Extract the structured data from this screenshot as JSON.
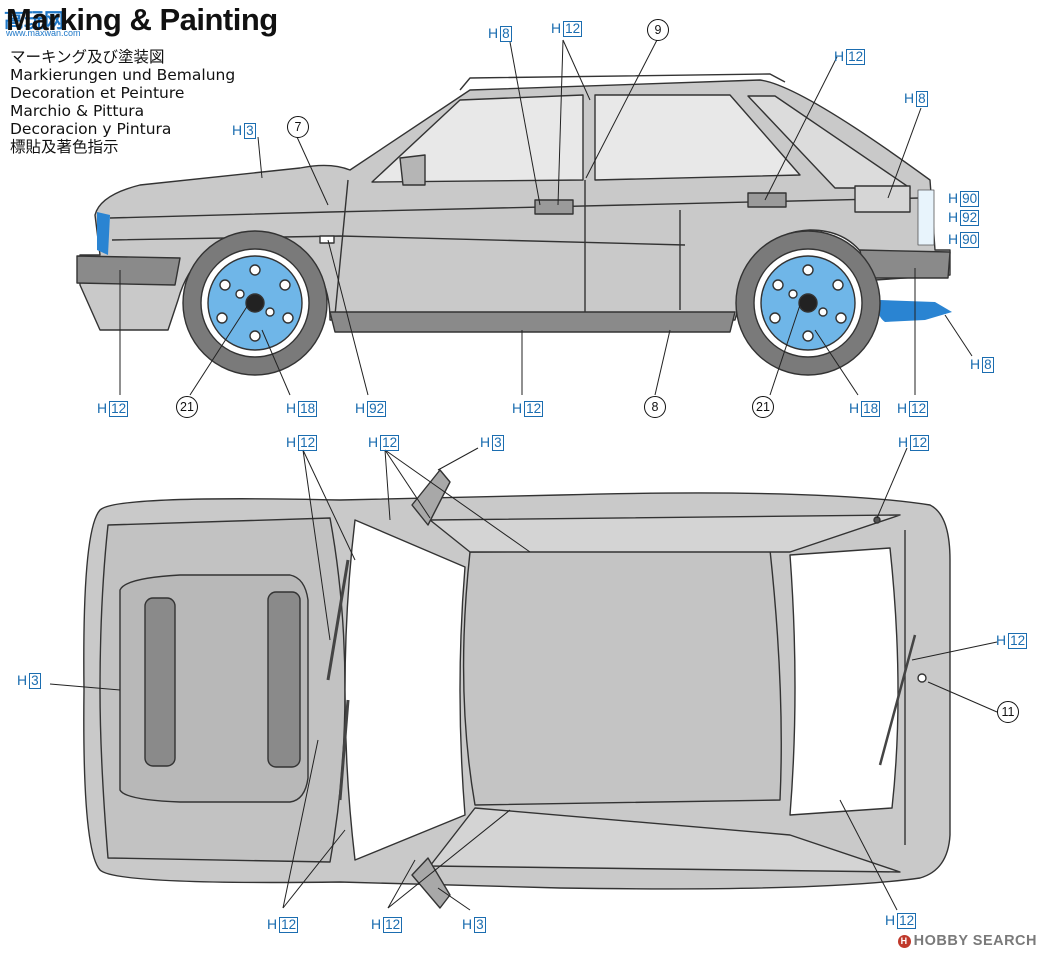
{
  "title": "Marking & Painting",
  "watermark_top": {
    "logo_text": "高玩网",
    "url": "www.maxwan.com"
  },
  "languages": [
    "マーキング及び塗装図",
    "Markierungen und Bemalung",
    "Decoration et Peinture",
    "Marchio & Pittura",
    "Decoracion y Pintura",
    "標貼及著色指示"
  ],
  "callout_prefix": "H",
  "side_view_callouts": [
    {
      "id": "hood",
      "code": "3"
    },
    {
      "id": "door-handle",
      "code": "8"
    },
    {
      "id": "b-pillar",
      "code": "12"
    },
    {
      "id": "rear-quarter",
      "code": "12"
    },
    {
      "id": "fuel-cap",
      "code": "8"
    },
    {
      "id": "lamp-1",
      "code": "90"
    },
    {
      "id": "lamp-2",
      "code": "92"
    },
    {
      "id": "lamp-3",
      "code": "90"
    },
    {
      "id": "front-bumper",
      "code": "12"
    },
    {
      "id": "front-rim",
      "code": "18"
    },
    {
      "id": "side-marker",
      "code": "92"
    },
    {
      "id": "sill",
      "code": "12"
    },
    {
      "id": "rear-rim",
      "code": "18"
    },
    {
      "id": "rear-bumper",
      "code": "12"
    },
    {
      "id": "mudflap",
      "code": "8"
    }
  ],
  "side_view_parts": [
    {
      "id": "mirror",
      "number": "7"
    },
    {
      "id": "door-lock",
      "number": "9"
    },
    {
      "id": "front-wheel-center",
      "number": "21"
    },
    {
      "id": "sill-badge",
      "number": "8"
    },
    {
      "id": "rear-wheel-center",
      "number": "21"
    }
  ],
  "top_view_callouts": [
    {
      "id": "front-wipers",
      "code": "12"
    },
    {
      "id": "roof-frame",
      "code": "12"
    },
    {
      "id": "mirror-left",
      "code": "3"
    },
    {
      "id": "rear-top",
      "code": "12"
    },
    {
      "id": "hood",
      "code": "3"
    },
    {
      "id": "rear-wiper",
      "code": "12"
    },
    {
      "id": "lower-wipers",
      "code": "12"
    },
    {
      "id": "lower-frame",
      "code": "12"
    },
    {
      "id": "mirror-right",
      "code": "3"
    },
    {
      "id": "rear-frame",
      "code": "12"
    }
  ],
  "top_view_parts": [
    {
      "id": "rear-wiper-pivot",
      "number": "11"
    }
  ],
  "colors": {
    "body_gray": "#c9c9c9",
    "body_dark": "#8a8a8a",
    "decal_blue": "#6fb6e8",
    "decal_blue_dark": "#2a84d2",
    "callout_blue": "#1b6db0",
    "line": "#111111"
  },
  "watermark_bottom": {
    "logo": "H",
    "text": "HOBBY SEARCH"
  }
}
